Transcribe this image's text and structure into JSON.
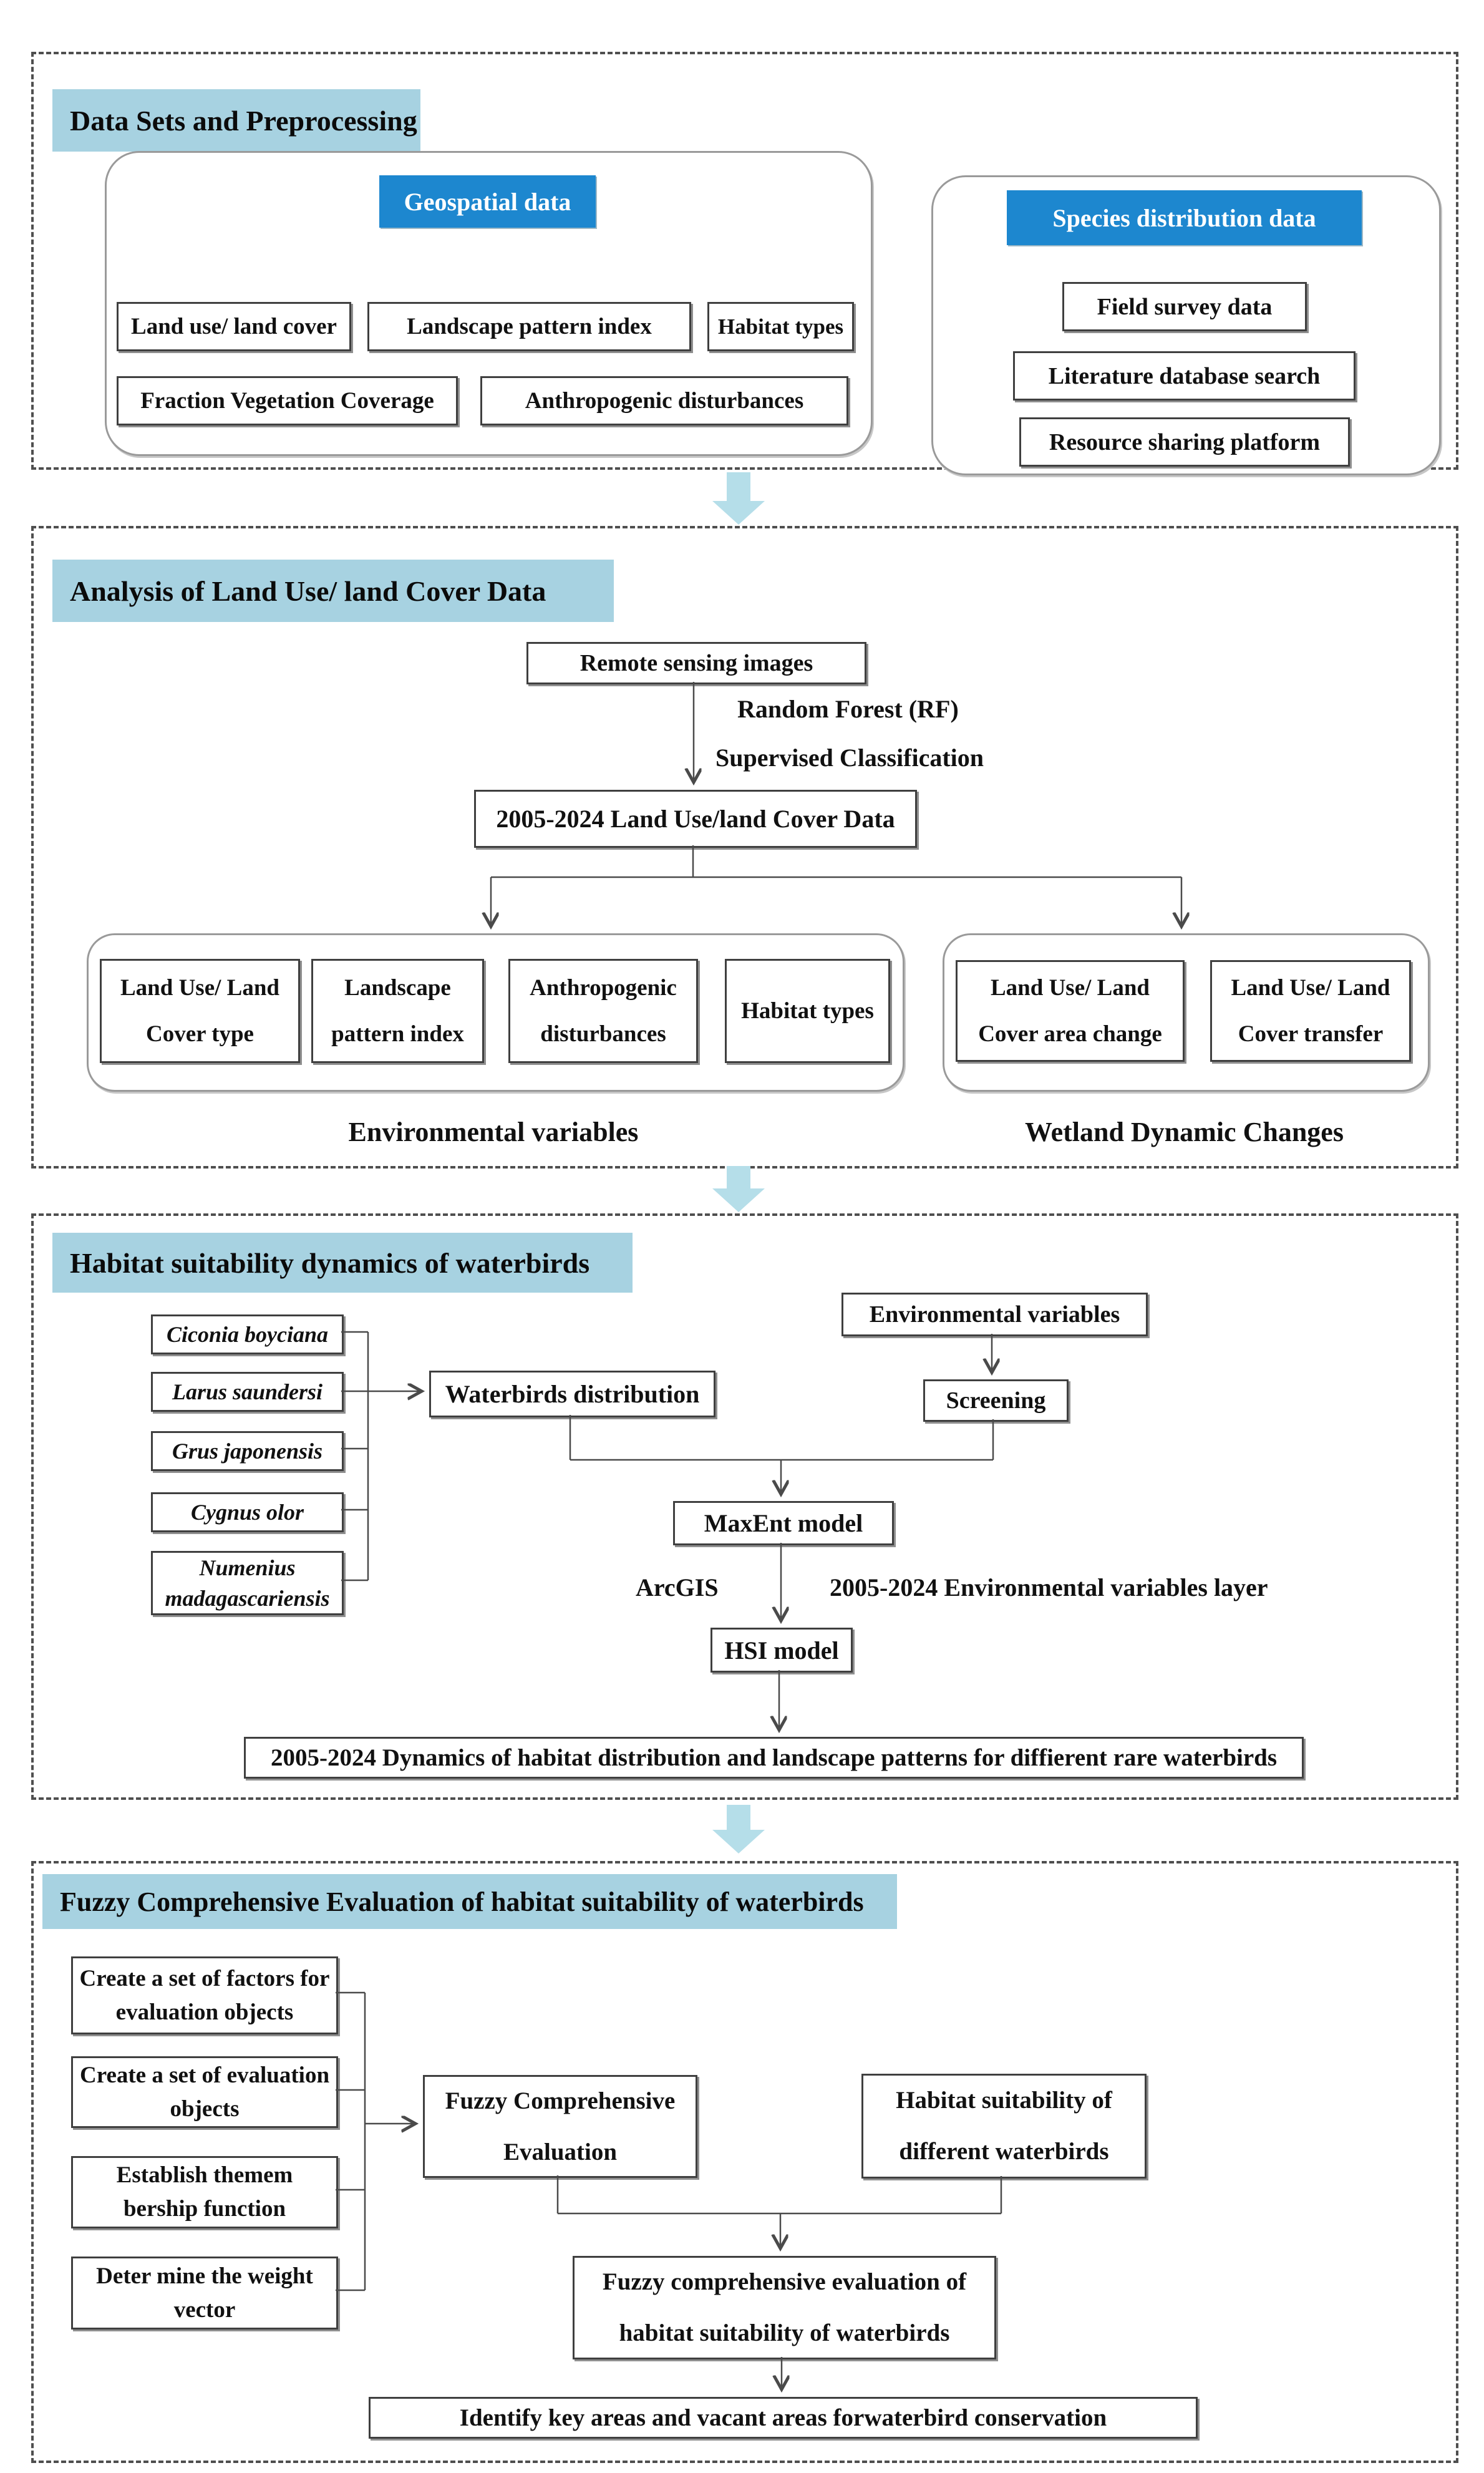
{
  "colors": {
    "section_header_bg": "#a7d2e1",
    "category_bar_bg": "#1d87cf",
    "flow_arrow": "#b5dee9",
    "box_border": "#3f3f3f"
  },
  "sections": [
    {
      "title": "Data Sets and Preprocessing",
      "geospatial": {
        "label": "Geospatial data",
        "items": [
          "Land use/ land cover",
          "Landscape pattern index",
          "Habitat types",
          "Fraction Vegetation Coverage",
          "Anthropogenic disturbances"
        ]
      },
      "species": {
        "label": "Species distribution data",
        "items": [
          "Field survey data",
          "Literature database search",
          "Resource sharing platform"
        ]
      }
    },
    {
      "title": "Analysis of  Land Use/ land Cover Data",
      "remote": "Remote sensing images",
      "rf_label": "Random Forest (RF)",
      "sc_label": "Supervised Classification",
      "lulc": "2005-2024 Land Use/land Cover Data",
      "env_boxes": [
        "Land Use/ Land Cover type",
        "Landscape pattern index",
        "Anthropogenic disturbances",
        "Habitat types"
      ],
      "env_label": "Environmental variables",
      "wet_boxes": [
        "Land Use/ Land Cover area change",
        "Land Use/ Land Cover transfer"
      ],
      "wet_label": "Wetland Dynamic Changes"
    },
    {
      "title": "Habitat suitability dynamics of waterbirds",
      "species": [
        "Ciconia boyciana",
        "Larus saundersi",
        "Grus japonensis",
        "Cygnus olor",
        "Numenius madagascariensis"
      ],
      "waterbirds": "Waterbirds distribution",
      "envvar": "Environmental variables",
      "screening": "Screening",
      "maxent": "MaxEnt model",
      "arcgis": "ArcGIS",
      "layer": "2005-2024 Environmental variables layer",
      "hsi": "HSI model",
      "result": "2005-2024 Dynamics of habitat distribution and landscape patterns for diffierent rare waterbirds"
    },
    {
      "title": "Fuzzy Comprehensive Evaluation of habitat suitability of waterbirds",
      "steps": [
        "Create a set of factors for evaluation objects",
        "Create a set of evaluation objects",
        "Establish themem bership function",
        "Deter mine the weight vector"
      ],
      "fce": "Fuzzy Comprehensive Evaluation",
      "habitat": "Habitat suitability of different waterbirds",
      "fce_result": "Fuzzy comprehensive evaluation of habitat suitability of waterbirds",
      "final": "Identify key areas and vacant areas forwaterbird conservation"
    }
  ]
}
